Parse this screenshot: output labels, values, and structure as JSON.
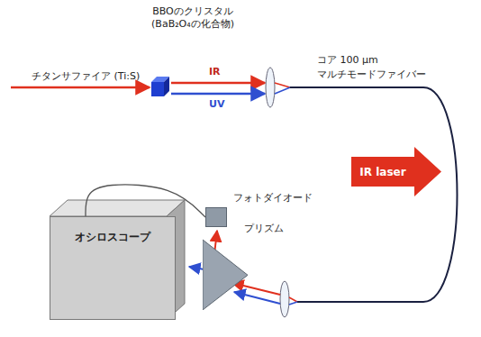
{
  "diagram": {
    "nodes": [
      {
        "text": [
          "IR laser"
        ]
      },
      {
        "text": [
          "フォトダイオード"
        ]
      },
      {
        "text": [
          "プリズム"
        ]
      },
      {
        "text": [
          "オシロスコープ"
        ]
      }
    ],
    "edges": [
      {
        "from": 1,
        "to": 3,
        "arrow": "none"
      }
    ],
    "labels": [
      "チタンサファイア (Ti:S)",
      "BBOのクリスタル (BaB₂O₄の化合物)",
      "IR",
      "UV",
      "コア 100 μm",
      "マルチモードファイバー"
    ]
  }
}
